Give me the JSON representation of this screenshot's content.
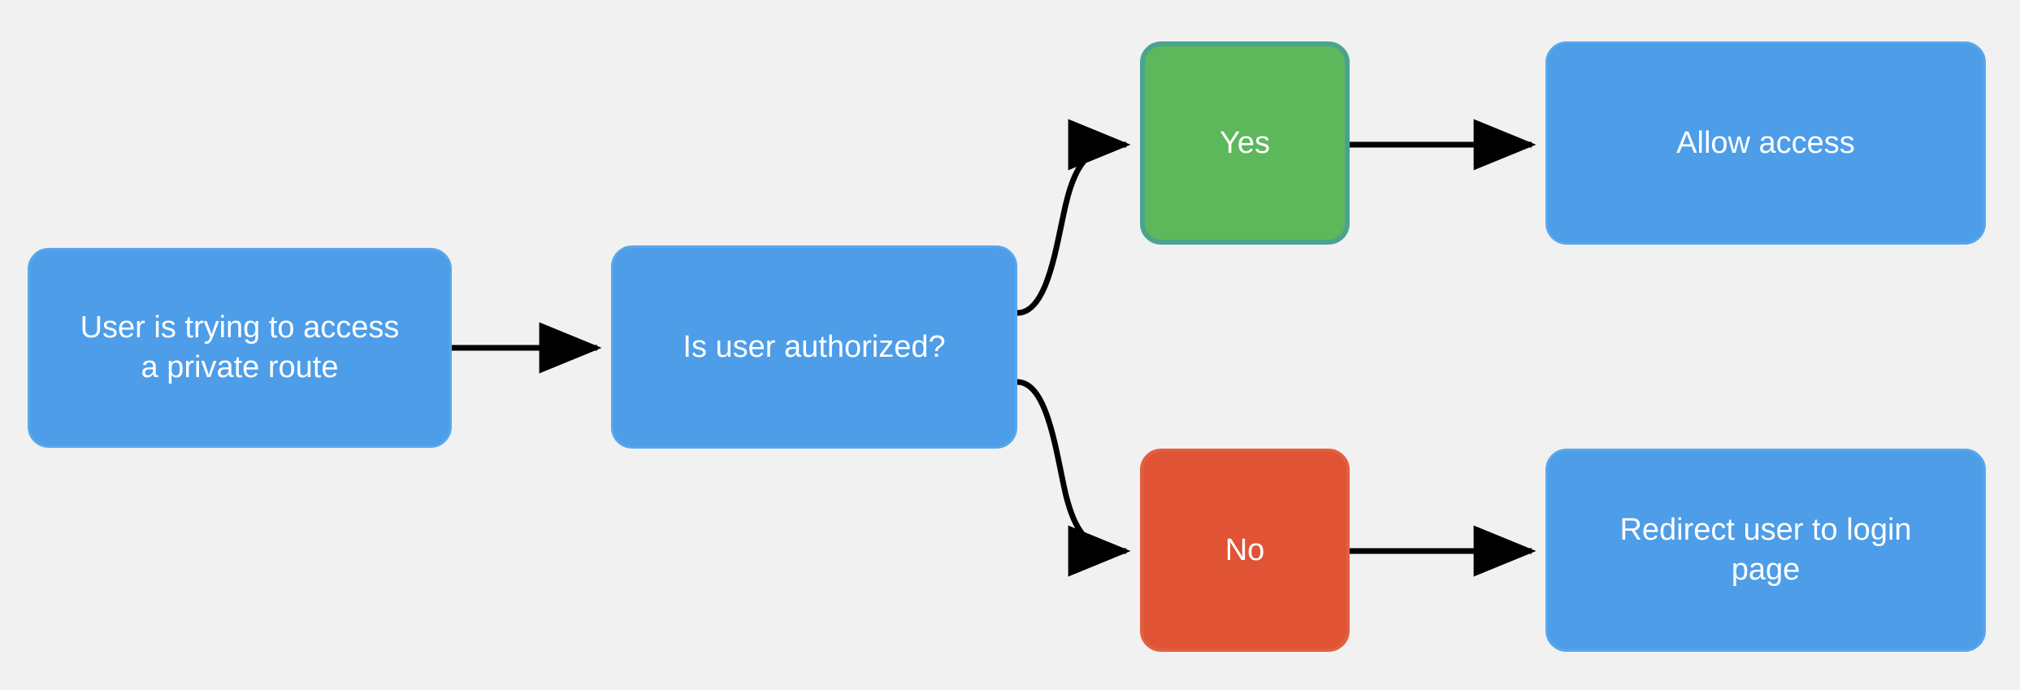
{
  "diagram": {
    "type": "flowchart",
    "orientation": "left-to-right",
    "background_color": "#f1f1f1",
    "edge_color": "#000000",
    "nodes": [
      {
        "id": "start",
        "label": "User is trying to access\na private route",
        "shape": "rounded-rectangle",
        "fill": "#4d9de8",
        "text_color": "#ffffff"
      },
      {
        "id": "decision",
        "label": "Is user authorized?",
        "shape": "rounded-rectangle",
        "fill": "#4d9de8",
        "text_color": "#ffffff"
      },
      {
        "id": "yes",
        "label": "Yes",
        "shape": "rounded-rectangle",
        "fill": "#5cb85b",
        "stroke": "#4aa390",
        "text_color": "#ffffff"
      },
      {
        "id": "no",
        "label": "No",
        "shape": "rounded-rectangle",
        "fill": "#e05334",
        "stroke": "#e2603f",
        "text_color": "#ffffff"
      },
      {
        "id": "allow",
        "label": "Allow access",
        "shape": "rounded-rectangle",
        "fill": "#4d9de8",
        "text_color": "#ffffff"
      },
      {
        "id": "redirect",
        "label": "Redirect user to login\npage",
        "shape": "rounded-rectangle",
        "fill": "#4d9de8",
        "text_color": "#ffffff"
      }
    ],
    "edges": [
      {
        "id": "e1",
        "from": "start",
        "to": "decision",
        "style": "straight",
        "label": ""
      },
      {
        "id": "e2",
        "from": "decision",
        "to": "yes",
        "style": "curved-up",
        "label": ""
      },
      {
        "id": "e3",
        "from": "decision",
        "to": "no",
        "style": "curved-down",
        "label": ""
      },
      {
        "id": "e4",
        "from": "yes",
        "to": "allow",
        "style": "straight",
        "label": ""
      },
      {
        "id": "e5",
        "from": "no",
        "to": "redirect",
        "style": "straight",
        "label": ""
      }
    ]
  }
}
